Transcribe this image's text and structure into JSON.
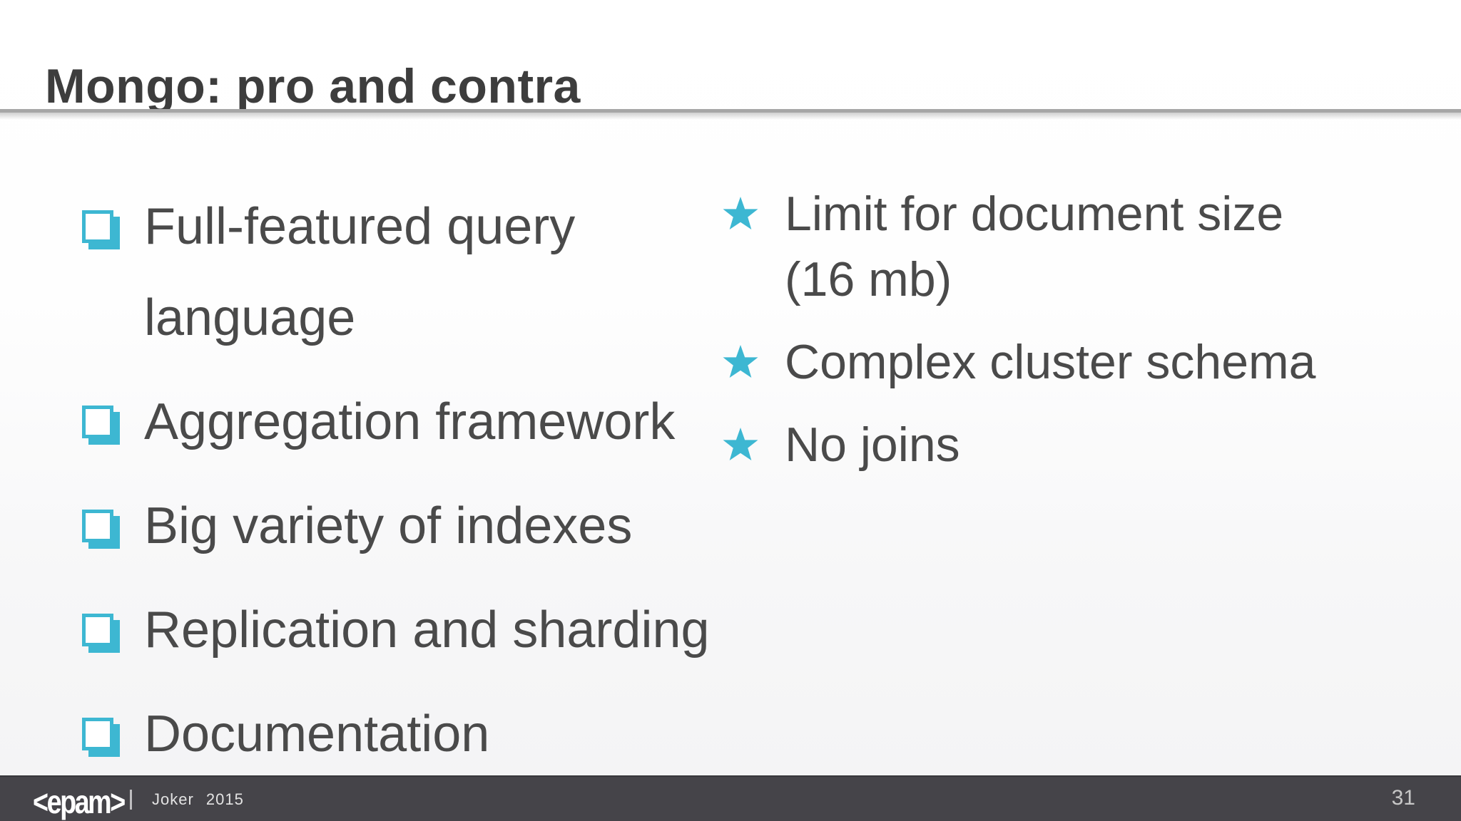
{
  "slide": {
    "title": "Mongo: pro and contra",
    "pros": [
      "Full-featured query language",
      "Aggregation framework",
      "Big variety of indexes",
      "Replication and sharding",
      "Documentation"
    ],
    "cons": [
      "Limit for document size (16 mb)",
      "Complex cluster schema",
      "No joins"
    ],
    "icons": {
      "pro_bullet": "shadowed-square-checkbox",
      "con_bullet": "five-point-star"
    },
    "footer": {
      "logo_text": "<epam>",
      "separator": "|",
      "event": "Joker 2015",
      "page_number": "31"
    },
    "colors": {
      "accent_teal": "#3db7d2",
      "body_text": "#4a4a4a",
      "title_text": "#3d3d3d",
      "rule_gray": "#a6a6a6",
      "footer_bg": "#454449",
      "footer_event_text": "#e3e3e3",
      "page_number_text": "#c7c7c7"
    }
  }
}
